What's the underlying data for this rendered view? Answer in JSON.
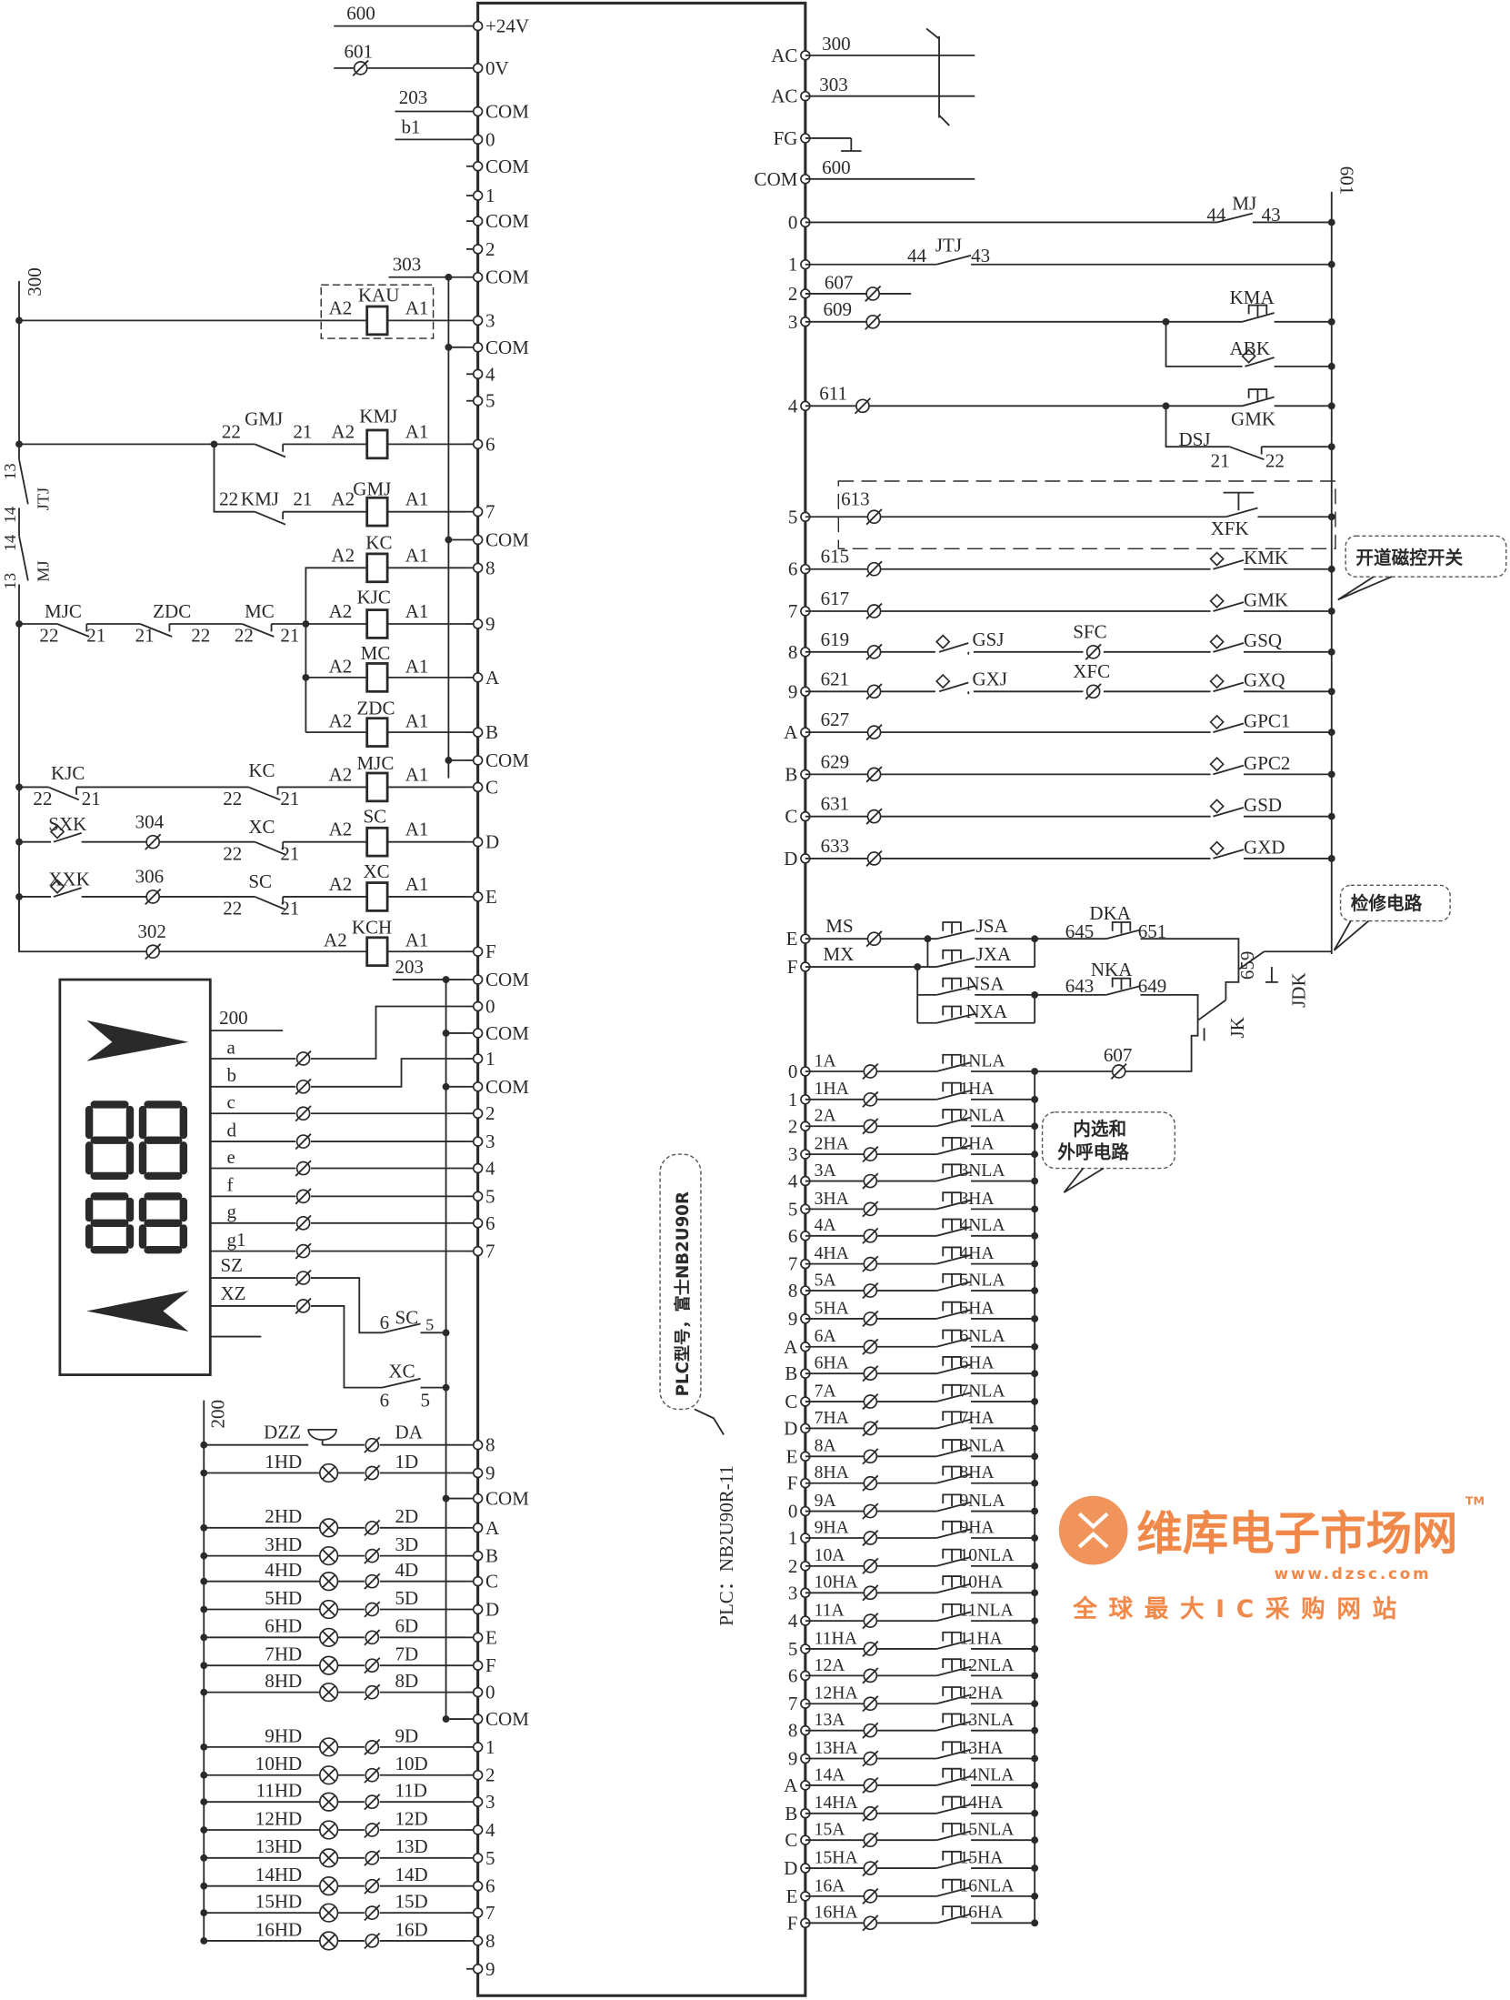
{
  "plc": {
    "left_terminals": [
      "+24V",
      "0V",
      "COM",
      "0",
      "COM",
      "1",
      "COM",
      "2",
      "COM",
      "3",
      "COM",
      "4",
      "5",
      "6",
      "7",
      "COM",
      "8",
      "9",
      "A",
      "B",
      "COM",
      "C",
      "D",
      "E",
      "F",
      "COM",
      "0",
      "COM",
      "1",
      "COM",
      "2",
      "3",
      "4",
      "5",
      "6",
      "7",
      "8",
      "9",
      "COM",
      "A",
      "B",
      "C",
      "D",
      "E",
      "F",
      "0",
      "COM",
      "1",
      "2",
      "3",
      "4",
      "5",
      "6",
      "7",
      "8",
      "9"
    ],
    "right_terminals": [
      "AC",
      "AC",
      "FG",
      "COM",
      "0",
      "1",
      "2",
      "3",
      "4",
      "5",
      "6",
      "7",
      "8",
      "9",
      "A",
      "B",
      "C",
      "D",
      "E",
      "F",
      "0",
      "1",
      "2",
      "3",
      "4",
      "5",
      "6",
      "7",
      "8",
      "9",
      "A",
      "B",
      "C",
      "D",
      "E",
      "F",
      "0",
      "1",
      "2",
      "3",
      "4",
      "5",
      "6",
      "7",
      "8",
      "9",
      "A",
      "B",
      "C",
      "D",
      "E",
      "F"
    ],
    "model_note": "PLC型号，富士NB2U90R",
    "plc_label": "PLC：NB2U90R-11"
  },
  "left": {
    "w600": "600",
    "w601": "601",
    "w203a": "203",
    "b1": "b1",
    "w303": "303",
    "w300": "300",
    "jtj_13": "13",
    "jtj": "JTJ",
    "jtj_14": "14",
    "mj_14": "14",
    "mj_13": "13",
    "mj": "MJ",
    "kau": {
      "a2": "A2",
      "name": "KAU",
      "a1": "A1"
    },
    "row6": {
      "c22": "22",
      "contact": "GMJ",
      "c21": "21",
      "a2": "A2",
      "coil": "KMJ",
      "a1": "A1"
    },
    "row7": {
      "c22": "22",
      "contact": "KMJ",
      "c21": "21",
      "a2": "A2",
      "coil": "GMJ",
      "a1": "A1"
    },
    "row8": {
      "a2": "A2",
      "coil": "KC",
      "a1": "A1"
    },
    "row9": {
      "mjc": "MJC",
      "mjc22": "22",
      "mjc21": "21",
      "zdc": "ZDC",
      "zdc21": "21",
      "zdc22": "22",
      "mc": "MC",
      "mc22": "22",
      "mc21": "21",
      "a2": "A2",
      "coil": "KJC",
      "a1": "A1"
    },
    "rowA": {
      "a2": "A2",
      "coil": "MC",
      "a1": "A1"
    },
    "rowB": {
      "a2": "A2",
      "coil": "ZDC",
      "a1": "A1"
    },
    "rowC": {
      "kjc": "KJC",
      "kjc22": "22",
      "kjc21": "21",
      "kc": "KC",
      "kc22": "22",
      "kc21": "21",
      "a2": "A2",
      "coil": "MJC",
      "a1": "A1"
    },
    "rowD": {
      "sw": "SXK",
      "wire": "304",
      "c": "XC",
      "c22": "22",
      "c21": "21",
      "a2": "A2",
      "coil": "SC",
      "a1": "A1"
    },
    "rowE": {
      "sw": "XXK",
      "wire": "306",
      "c": "SC",
      "c22": "22",
      "c21": "21",
      "a2": "A2",
      "coil": "XC",
      "a1": "A1"
    },
    "rowF": {
      "wire": "302",
      "a2": "A2",
      "coil": "KCH",
      "a1": "A1"
    },
    "w203b": "203"
  },
  "display": {
    "w200": "200",
    "segments": [
      "a",
      "b",
      "c",
      "d",
      "e",
      "f",
      "g",
      "g1"
    ],
    "sz": "SZ",
    "xz": "XZ",
    "sc_contact": {
      "n6": "6",
      "name": "SC",
      "n5": "5"
    },
    "xc_contact": {
      "name": "XC",
      "n6": "6",
      "n5": "5"
    }
  },
  "lamps": {
    "w200": "200",
    "buzzer": {
      "name": "DZZ",
      "wire": "DA"
    },
    "rows": [
      {
        "lamp": "1HD",
        "wire": "1D"
      },
      {
        "lamp": "2HD",
        "wire": "2D"
      },
      {
        "lamp": "3HD",
        "wire": "3D"
      },
      {
        "lamp": "4HD",
        "wire": "4D"
      },
      {
        "lamp": "5HD",
        "wire": "5D"
      },
      {
        "lamp": "6HD",
        "wire": "6D"
      },
      {
        "lamp": "7HD",
        "wire": "7D"
      },
      {
        "lamp": "8HD",
        "wire": "8D"
      },
      {
        "lamp": "9HD",
        "wire": "9D"
      },
      {
        "lamp": "10HD",
        "wire": "10D"
      },
      {
        "lamp": "11HD",
        "wire": "11D"
      },
      {
        "lamp": "12HD",
        "wire": "12D"
      },
      {
        "lamp": "13HD",
        "wire": "13D"
      },
      {
        "lamp": "14HD",
        "wire": "14D"
      },
      {
        "lamp": "15HD",
        "wire": "15D"
      },
      {
        "lamp": "16HD",
        "wire": "16D"
      }
    ]
  },
  "right": {
    "w300": "300",
    "w303": "303",
    "w600": "600",
    "w601": "601",
    "mj": {
      "n44": "44",
      "name": "MJ",
      "n43": "43"
    },
    "jtj": {
      "n44": "44",
      "name": "JTJ",
      "n43": "43"
    },
    "w607": "607",
    "w609": "609",
    "kma": "KMA",
    "abk": "ABK",
    "w611": "611",
    "gmk_btn": "GMK",
    "dsj": "DSJ",
    "dsj21": "21",
    "dsj22": "22",
    "w613": "613",
    "xfk": "XFK",
    "inputs": [
      {
        "wire": "615",
        "device": "KMK"
      },
      {
        "wire": "617",
        "device": "GMK"
      },
      {
        "wire": "619",
        "device": "GSQ"
      },
      {
        "wire": "621",
        "device": "GXQ"
      },
      {
        "wire": "627",
        "device": "GPC1"
      },
      {
        "wire": "629",
        "device": "GPC2"
      },
      {
        "wire": "631",
        "device": "GSD"
      },
      {
        "wire": "633",
        "device": "GXD"
      }
    ],
    "gsj": "GSJ",
    "sfc": "SFC",
    "gxj": "GXJ",
    "xfc": "XFC",
    "callout_door": "开道磁控开关",
    "callout_service": "检修电路",
    "callout_calls_1": "内选和",
    "callout_calls_2": "外呼电路",
    "ms": "MS",
    "mx": "MX",
    "jsa": "JSA",
    "jxa": "JXA",
    "nsa": "NSA",
    "nxa": "NXA",
    "dka": "DKA",
    "w645": "645",
    "w651": "651",
    "nka": "NKA",
    "w643": "643",
    "w649": "649",
    "w659": "659",
    "jdk": "JDK",
    "jk": "JK",
    "w607b": "607"
  },
  "calls": [
    {
      "left": "1A",
      "right": "1NLA"
    },
    {
      "left": "1HA",
      "right": "1HA"
    },
    {
      "left": "2A",
      "right": "2NLA"
    },
    {
      "left": "2HA",
      "right": "2HA"
    },
    {
      "left": "3A",
      "right": "3NLA"
    },
    {
      "left": "3HA",
      "right": "3HA"
    },
    {
      "left": "4A",
      "right": "4NLA"
    },
    {
      "left": "4HA",
      "right": "4HA"
    },
    {
      "left": "5A",
      "right": "5NLA"
    },
    {
      "left": "5HA",
      "right": "5HA"
    },
    {
      "left": "6A",
      "right": "6NLA"
    },
    {
      "left": "6HA",
      "right": "6HA"
    },
    {
      "left": "7A",
      "right": "7NLA"
    },
    {
      "left": "7HA",
      "right": "7HA"
    },
    {
      "left": "8A",
      "right": "8NLA"
    },
    {
      "left": "8HA",
      "right": "8HA"
    },
    {
      "left": "9A",
      "right": "9NLA"
    },
    {
      "left": "9HA",
      "right": "9HA"
    },
    {
      "left": "10A",
      "right": "10NLA"
    },
    {
      "left": "10HA",
      "right": "10HA"
    },
    {
      "left": "11A",
      "right": "11NLA"
    },
    {
      "left": "11HA",
      "right": "11HA"
    },
    {
      "left": "12A",
      "right": "12NLA"
    },
    {
      "left": "12HA",
      "right": "12HA"
    },
    {
      "left": "13A",
      "right": "13NLA"
    },
    {
      "left": "13HA",
      "right": "13HA"
    },
    {
      "left": "14A",
      "right": "14NLA"
    },
    {
      "left": "14HA",
      "right": "14HA"
    },
    {
      "left": "15A",
      "right": "15NLA"
    },
    {
      "left": "15HA",
      "right": "15HA"
    },
    {
      "left": "16A",
      "right": "16NLA"
    },
    {
      "left": "16HA",
      "right": "16HA"
    }
  ],
  "watermark": {
    "brand": "维库电子市场网",
    "tm": "TM",
    "url": "www.dzsc.com",
    "slogan": "全球最大IC采购网站",
    "color": "#f0884a"
  }
}
